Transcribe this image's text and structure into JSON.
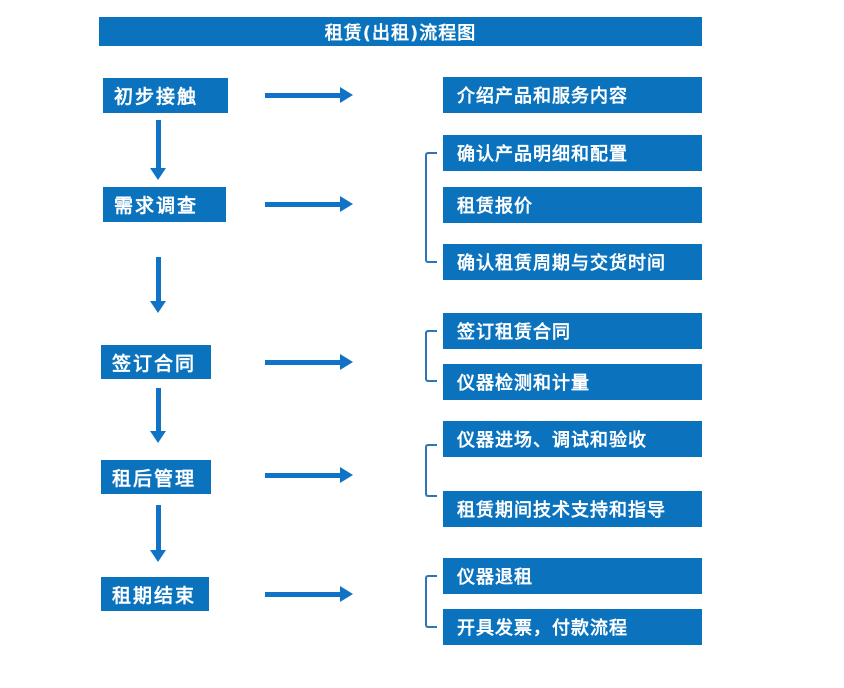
{
  "title": "租赁(出租)流程图",
  "colors": {
    "box_blue": "#0b73be",
    "arrow_blue": "#1173c6",
    "bracket_blue": "#2f74b5",
    "text_white": "#ffffff"
  },
  "stages": [
    {
      "label": "初步接触",
      "outputs": [
        "介绍产品和服务内容"
      ]
    },
    {
      "label": "需求调查",
      "outputs": [
        "确认产品明细和配置",
        "租赁报价",
        "确认租赁周期与交货时间"
      ]
    },
    {
      "label": "签订合同",
      "outputs": [
        "签订租赁合同",
        "仪器检测和计量"
      ]
    },
    {
      "label": "租后管理",
      "outputs": [
        "仪器进场、调试和验收",
        "租赁期间技术支持和指导"
      ]
    },
    {
      "label": "租期结束",
      "outputs": [
        "仪器退租",
        "开具发票，付款流程"
      ]
    }
  ]
}
